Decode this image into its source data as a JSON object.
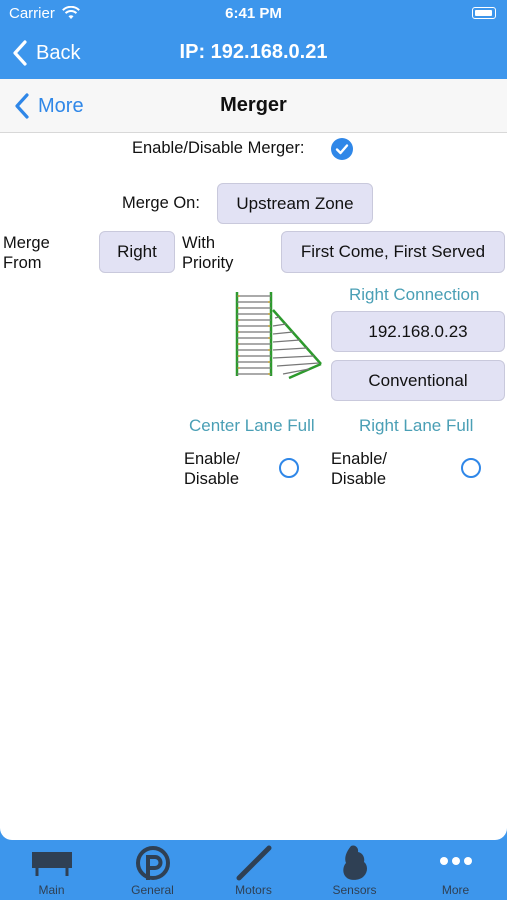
{
  "status": {
    "carrier": "Carrier",
    "time": "6:41 PM"
  },
  "nav": {
    "back_label": "Back",
    "title": "IP: 192.168.0.21"
  },
  "subnav": {
    "back_label": "More",
    "title": "Merger"
  },
  "merger": {
    "enable_label": "Enable/Disable Merger:",
    "enable_checked": true,
    "merge_on_label": "Merge On:",
    "merge_on_value": "Upstream Zone",
    "merge_from_label": "Merge From",
    "merge_from_value": "Right",
    "priority_label": "With Priority",
    "priority_value": "First Come, First Served",
    "right_connection_label": "Right Connection",
    "right_connection_ip": "192.168.0.23",
    "right_connection_type": "Conventional",
    "center_lane_full_label": "Center Lane Full",
    "right_lane_full_label": "Right Lane Full",
    "toggle_label_line1": "Enable/",
    "toggle_label_line2": "Disable"
  },
  "tabs": [
    {
      "label": "Main",
      "icon": "conveyor-icon"
    },
    {
      "label": "General",
      "icon": "general-icon"
    },
    {
      "label": "Motors",
      "icon": "motor-icon"
    },
    {
      "label": "Sensors",
      "icon": "sensor-icon"
    },
    {
      "label": "More",
      "icon": "more-icon"
    }
  ],
  "colors": {
    "bar": "#3d96ec",
    "accent": "#2f87e8",
    "teal": "#4a9fb5",
    "button_bg": "#e2e2f4"
  }
}
